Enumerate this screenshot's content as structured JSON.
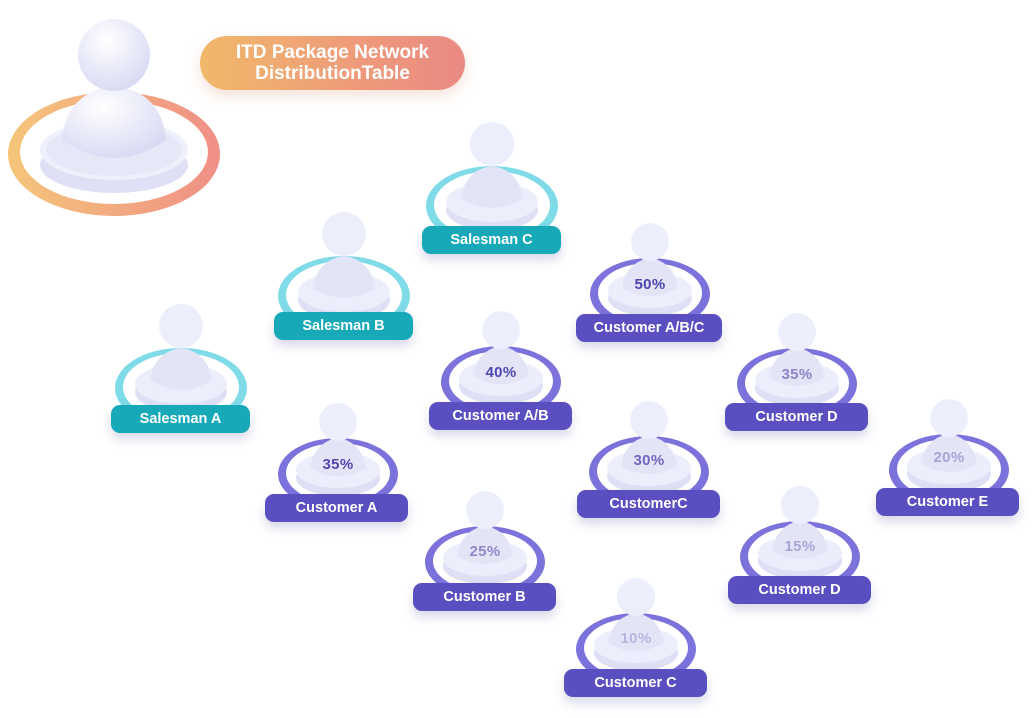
{
  "title": {
    "line1": "ITD Package Network",
    "line2": "DistributionTable"
  },
  "colors": {
    "teal_label": "#17a9b8",
    "purple_label": "#5a4fc1",
    "title_gradient_start": "#f1b86a",
    "title_gradient_end": "#e98a84"
  },
  "salesmen": [
    {
      "label": "Salesman C"
    },
    {
      "label": "Salesman B"
    },
    {
      "label": "Salesman A"
    }
  ],
  "customers": [
    {
      "label": "Customer A/B/C",
      "percent": "50%"
    },
    {
      "label": "Customer A/B",
      "percent": "40%"
    },
    {
      "label": "Customer D",
      "percent": "35%"
    },
    {
      "label": "Customer A",
      "percent": "35%"
    },
    {
      "label": "CustomerC",
      "percent": "30%"
    },
    {
      "label": "Customer E",
      "percent": "20%"
    },
    {
      "label": "Customer B",
      "percent": "25%"
    },
    {
      "label": "Customer D",
      "percent": "15%"
    },
    {
      "label": "Customer C",
      "percent": "10%"
    }
  ]
}
